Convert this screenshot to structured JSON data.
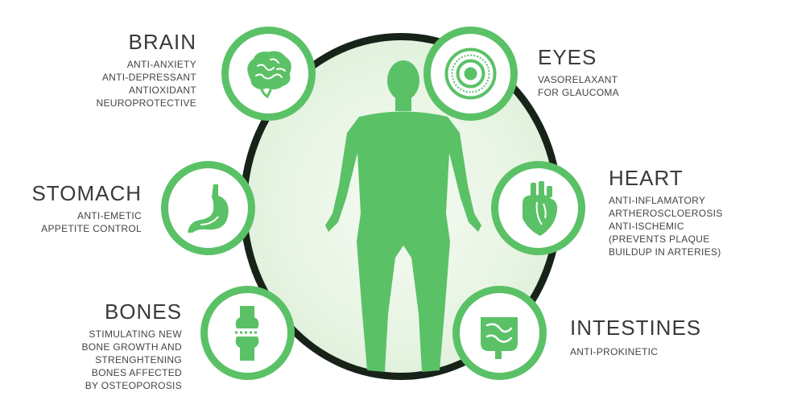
{
  "colors": {
    "accent_green": "#5bc167",
    "ring_dark": "#172318",
    "text": "#3a3a3a"
  },
  "organs": {
    "brain": {
      "title": "BRAIN",
      "lines": [
        "ANTI-ANXIETY",
        "ANTI-DEPRESSANT",
        "ANTIOXIDANT",
        "NEUROPROTECTIVE"
      ],
      "icon": "brain-icon"
    },
    "stomach": {
      "title": "STOMACH",
      "lines": [
        "ANTI-EMETIC",
        "APPETITE CONTROL"
      ],
      "icon": "stomach-icon"
    },
    "bones": {
      "title": "BONES",
      "lines": [
        "STIMULATING NEW",
        "BONE GROWTH AND",
        "STRENGHTENING",
        "BONES AFFECTED",
        "BY OSTEOPOROSIS"
      ],
      "icon": "bone-joint-icon"
    },
    "eyes": {
      "title": "EYES",
      "lines": [
        "VASORELAXANT",
        "FOR GLAUCOMA"
      ],
      "icon": "eye-icon"
    },
    "heart": {
      "title": "HEART",
      "lines": [
        "ANTI-INFLAMATORY",
        "ARTHEROSCLOEROSIS",
        "ANTI-ISCHEMIC",
        "(PREVENTS PLAQUE",
        "BUILDUP IN ARTERIES)"
      ],
      "icon": "heart-icon"
    },
    "intestines": {
      "title": "INTESTINES",
      "lines": [
        "ANTI-PROKINETIC"
      ],
      "icon": "intestines-icon"
    }
  }
}
